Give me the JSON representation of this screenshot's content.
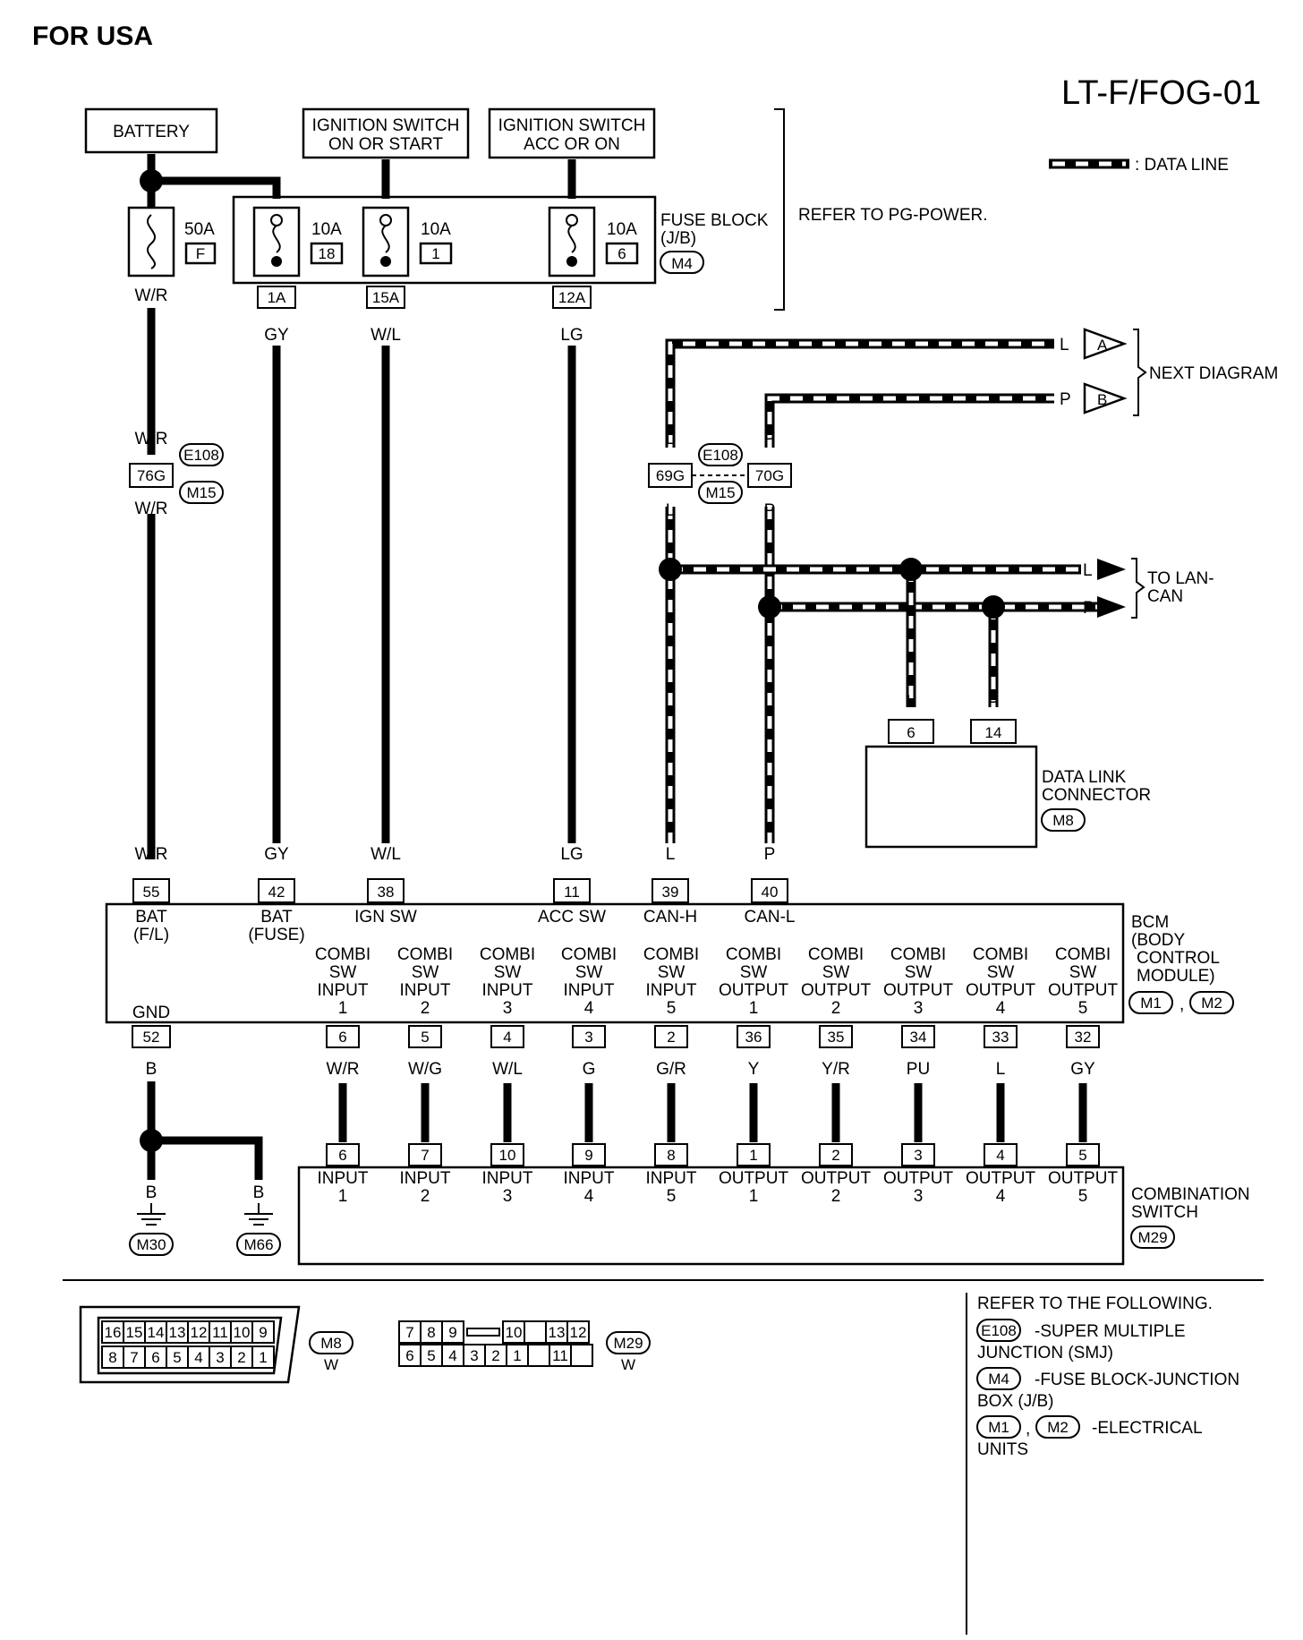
{
  "header": {
    "region": "FOR USA",
    "diagram_code": "LT-F/FOG-01",
    "legend_label": ": DATA LINE"
  },
  "power": {
    "battery": "BATTERY",
    "ign_on_start": [
      "IGNITION SWITCH",
      "ON OR START"
    ],
    "ign_acc_on": [
      "IGNITION SWITCH",
      "ACC OR ON"
    ],
    "fuse_block": [
      "FUSE BLOCK",
      "(J/B)"
    ],
    "fuse_block_conn": "M4",
    "refer": "REFER TO PG-POWER.",
    "fuses": [
      {
        "amp": "50A",
        "num": "F"
      },
      {
        "amp": "10A",
        "num": "18"
      },
      {
        "amp": "10A",
        "num": "1"
      },
      {
        "amp": "10A",
        "num": "6"
      }
    ],
    "fuse_terminals": [
      "1A",
      "15A",
      "12A"
    ]
  },
  "wires": {
    "wr": "W/R",
    "gy": "GY",
    "wl": "W/L",
    "lg": "LG",
    "l": "L",
    "p": "P",
    "b": "B"
  },
  "smj": {
    "conn_a": "E108",
    "conn_b": "M15",
    "term_bat": "76G",
    "term_l": "69G",
    "term_p": "70G"
  },
  "next_diagram": {
    "label": "NEXT DIAGRAM",
    "a": "A",
    "b": "B"
  },
  "to_lan": [
    "TO LAN-",
    "CAN"
  ],
  "dlc": {
    "name": [
      "DATA LINK",
      "CONNECTOR"
    ],
    "conn": "M8",
    "pins": [
      "6",
      "14"
    ]
  },
  "bcm": {
    "name": [
      "BCM",
      "(BODY",
      "CONTROL",
      "MODULE)"
    ],
    "conns": [
      "M1",
      "M2"
    ],
    "top_pins": [
      {
        "pin": "55",
        "wire": "W/R",
        "label": [
          "BAT",
          "(F/L)"
        ]
      },
      {
        "pin": "42",
        "wire": "GY",
        "label": [
          "BAT",
          "(FUSE)"
        ]
      },
      {
        "pin": "38",
        "wire": "W/L",
        "label": [
          "IGN SW"
        ]
      },
      {
        "pin": "11",
        "wire": "LG",
        "label": [
          "ACC SW"
        ]
      },
      {
        "pin": "39",
        "wire": "L",
        "label": [
          "CAN-H"
        ]
      },
      {
        "pin": "40",
        "wire": "P",
        "label": [
          "CAN-L"
        ]
      }
    ],
    "gnd_pin": "52",
    "gnd_label": "GND",
    "bottom_pins": [
      {
        "pin": "6",
        "wire": "W/R",
        "label": [
          "COMBI",
          "SW",
          "INPUT",
          "1"
        ]
      },
      {
        "pin": "5",
        "wire": "W/G",
        "label": [
          "COMBI",
          "SW",
          "INPUT",
          "2"
        ]
      },
      {
        "pin": "4",
        "wire": "W/L",
        "label": [
          "COMBI",
          "SW",
          "INPUT",
          "3"
        ]
      },
      {
        "pin": "3",
        "wire": "G",
        "label": [
          "COMBI",
          "SW",
          "INPUT",
          "4"
        ]
      },
      {
        "pin": "2",
        "wire": "G/R",
        "label": [
          "COMBI",
          "SW",
          "INPUT",
          "5"
        ]
      },
      {
        "pin": "36",
        "wire": "Y",
        "label": [
          "COMBI",
          "SW",
          "OUTPUT",
          "1"
        ]
      },
      {
        "pin": "35",
        "wire": "Y/R",
        "label": [
          "COMBI",
          "SW",
          "OUTPUT",
          "2"
        ]
      },
      {
        "pin": "34",
        "wire": "PU",
        "label": [
          "COMBI",
          "SW",
          "OUTPUT",
          "3"
        ]
      },
      {
        "pin": "33",
        "wire": "L",
        "label": [
          "COMBI",
          "SW",
          "OUTPUT",
          "4"
        ]
      },
      {
        "pin": "32",
        "wire": "GY",
        "label": [
          "COMBI",
          "SW",
          "OUTPUT",
          "5"
        ]
      }
    ]
  },
  "combo": {
    "name": [
      "COMBINATION",
      "SWITCH"
    ],
    "conn": "M29",
    "pins": [
      {
        "pin": "6",
        "label": [
          "INPUT",
          "1"
        ]
      },
      {
        "pin": "7",
        "label": [
          "INPUT",
          "2"
        ]
      },
      {
        "pin": "10",
        "label": [
          "INPUT",
          "3"
        ]
      },
      {
        "pin": "9",
        "label": [
          "INPUT",
          "4"
        ]
      },
      {
        "pin": "8",
        "label": [
          "INPUT",
          "5"
        ]
      },
      {
        "pin": "1",
        "label": [
          "OUTPUT",
          "1"
        ]
      },
      {
        "pin": "2",
        "label": [
          "OUTPUT",
          "2"
        ]
      },
      {
        "pin": "3",
        "label": [
          "OUTPUT",
          "3"
        ]
      },
      {
        "pin": "4",
        "label": [
          "OUTPUT",
          "4"
        ]
      },
      {
        "pin": "5",
        "label": [
          "OUTPUT",
          "5"
        ]
      }
    ]
  },
  "grounds": [
    "M30",
    "M66"
  ],
  "connector_views": {
    "m8": {
      "top": [
        "16",
        "15",
        "14",
        "13",
        "12",
        "11",
        "10",
        "9"
      ],
      "bottom": [
        "8",
        "7",
        "6",
        "5",
        "4",
        "3",
        "2",
        "1"
      ],
      "conn": "M8",
      "color": "W"
    },
    "m29": {
      "top": [
        "7",
        "8",
        "9",
        "",
        "10",
        "",
        "13",
        "12"
      ],
      "bottom": [
        "6",
        "5",
        "4",
        "3",
        "2",
        "1",
        "",
        "11",
        ""
      ],
      "conn": "M29",
      "color": "W"
    }
  },
  "refer_following": {
    "title": "REFER TO THE FOLLOWING.",
    "items": [
      {
        "conns": [
          "E108"
        ],
        "text": [
          "-SUPER MULTIPLE",
          "JUNCTION (SMJ)"
        ]
      },
      {
        "conns": [
          "M4"
        ],
        "text": [
          "-FUSE BLOCK-JUNCTION",
          "BOX (J/B)"
        ]
      },
      {
        "conns": [
          "M1",
          "M2"
        ],
        "text": [
          "-ELECTRICAL",
          "UNITS"
        ]
      }
    ]
  }
}
